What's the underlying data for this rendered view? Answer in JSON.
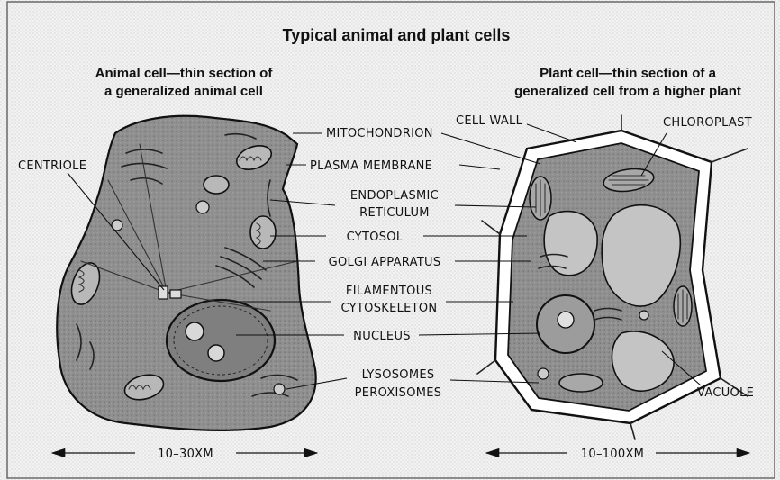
{
  "title": "Typical animal and plant cells",
  "animal": {
    "heading_line1": "Animal cell—thin section of",
    "heading_line2": "a generalized animal cell",
    "labels": {
      "centriole": "CENTRIOLE"
    },
    "scale": "10–30XM"
  },
  "center_labels": {
    "mitochondrion": "MITOCHONDRION",
    "plasma_membrane": "PLASMA MEMBRANE",
    "er_line1": "ENDOPLASMIC",
    "er_line2": "RETICULUM",
    "cytosol": "CYTOSOL",
    "golgi": "GOLGI APPARATUS",
    "filament_line1": "FILAMENTOUS",
    "filament_line2": "CYTOSKELETON",
    "nucleus": "NUCLEUS",
    "lyso_line1": "LYSOSOMES",
    "lyso_line2": "PEROXISOMES"
  },
  "plant": {
    "heading_line1": "Plant cell—thin section of a",
    "heading_line2": "generalized cell from a higher plant",
    "labels": {
      "cell_wall": "CELL WALL",
      "chloroplast": "CHLOROPLAST",
      "vacuole": "VACUOLE"
    },
    "scale": "10–100XM"
  },
  "colors": {
    "background": "#ffffff",
    "frame": "#6a6a6a",
    "cytoplasm": "#8f8f8f",
    "vacuole": "#c4c4c4",
    "wall": "#ffffff",
    "ink": "#1a1a1a"
  }
}
